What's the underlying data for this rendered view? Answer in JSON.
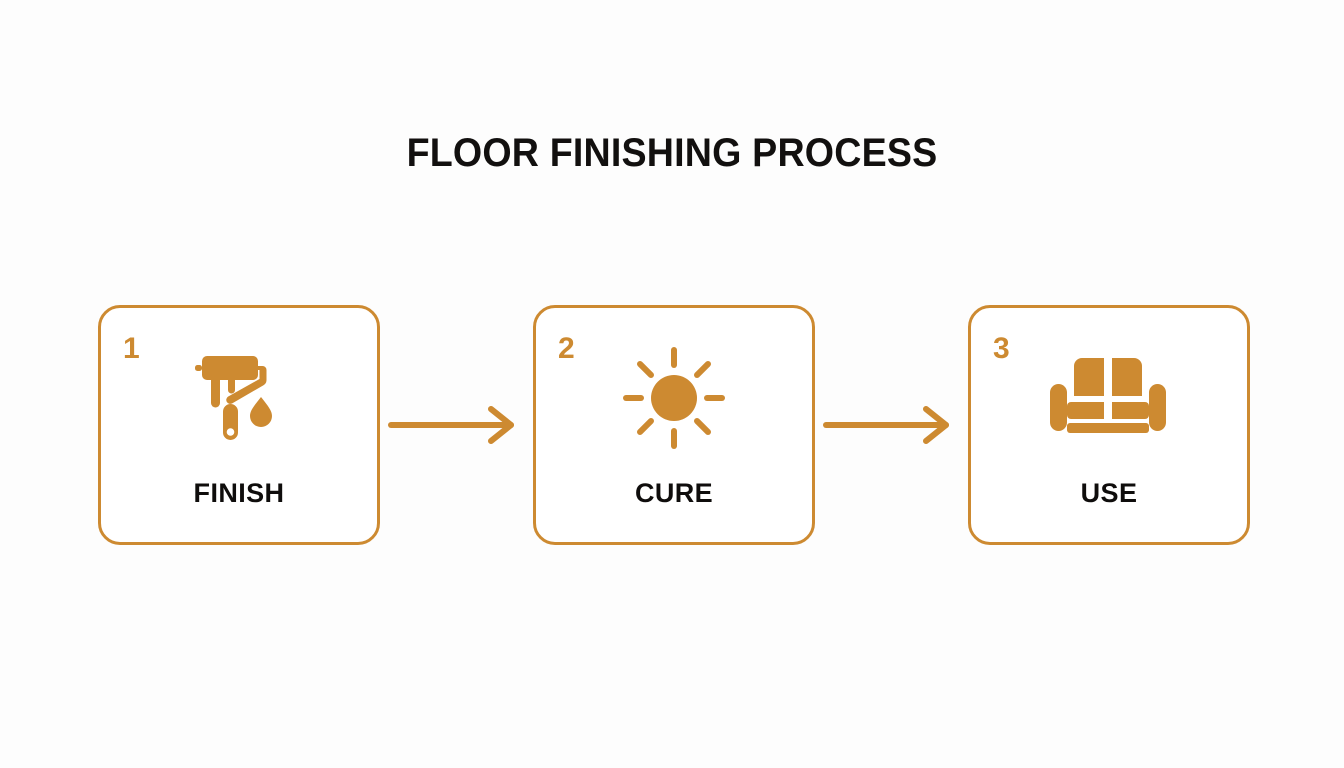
{
  "page": {
    "title": "FLOOR FINISHING PROCESS",
    "background_color": "#fdfdfd",
    "accent_color": "#cd8a31",
    "text_color": "#12100f"
  },
  "flow": {
    "type": "process-flow",
    "orientation": "horizontal",
    "steps": [
      {
        "number": "1",
        "label": "FINISH",
        "icon": "paint-roller-icon"
      },
      {
        "number": "2",
        "label": "CURE",
        "icon": "sun-icon"
      },
      {
        "number": "3",
        "label": "USE",
        "icon": "sofa-icon"
      }
    ],
    "connectors": [
      {
        "icon": "arrow-right-icon"
      },
      {
        "icon": "arrow-right-icon"
      }
    ]
  }
}
